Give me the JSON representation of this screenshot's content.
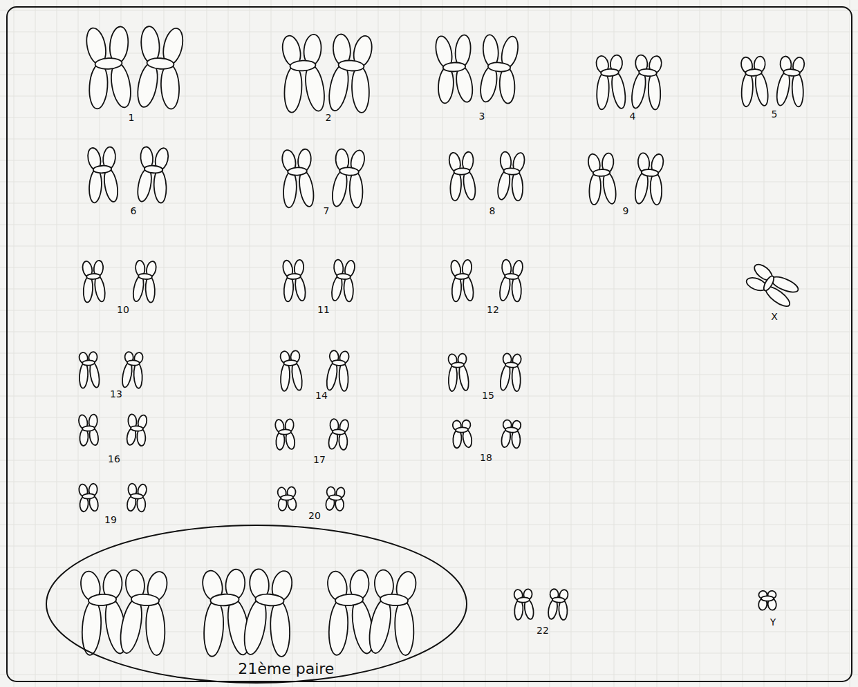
{
  "diagram": {
    "nodes": [
      {
        "text": [
          "21ème paire"
        ]
      }
    ],
    "labels": [
      "1",
      "2",
      "3",
      "4",
      "5",
      "6",
      "7",
      "8",
      "9",
      "10",
      "11",
      "12",
      "X",
      "13",
      "14",
      "15",
      "16",
      "17",
      "18",
      "19",
      "20",
      "22",
      "Y"
    ]
  }
}
